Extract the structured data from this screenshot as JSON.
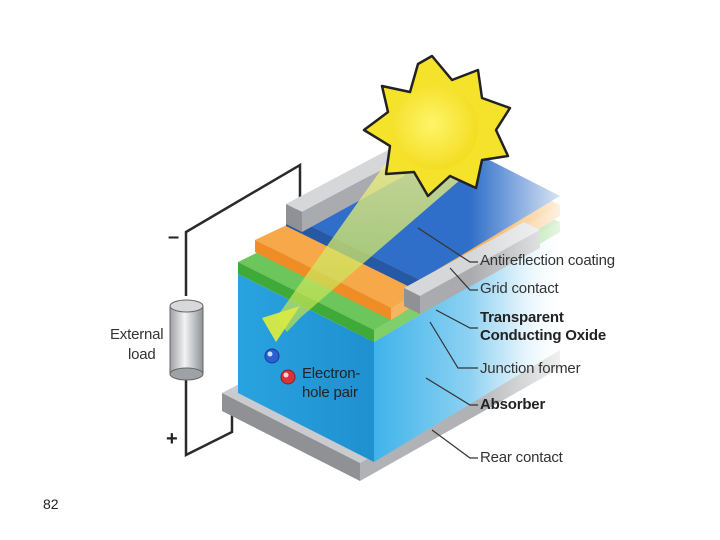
{
  "labels": {
    "antireflection": "Antireflection coating",
    "grid_contact": "Grid contact",
    "tco_line1": "Transparent",
    "tco_line2": "Conducting Oxide",
    "junction": "Junction former",
    "absorber": "Absorber",
    "rear_contact": "Rear contact",
    "external_load_line1": "External",
    "external_load_line2": "load",
    "electron_hole_line1": "Electron-",
    "electron_hole_line2": "hole pair"
  },
  "terminals": {
    "minus": "–",
    "plus": "+"
  },
  "page_number": "82",
  "colors": {
    "sun": "#f4e32a",
    "sun_outline": "#222222",
    "antireflection": "#2f6fc9",
    "grid_contact": "#b5b7ba",
    "tco": "#f59a3a",
    "junction": "#4cb848",
    "absorber": "#2aa6e0",
    "rear_contact": "#9a9c9f",
    "electron": "#2b5fd1",
    "hole": "#d8333a"
  }
}
